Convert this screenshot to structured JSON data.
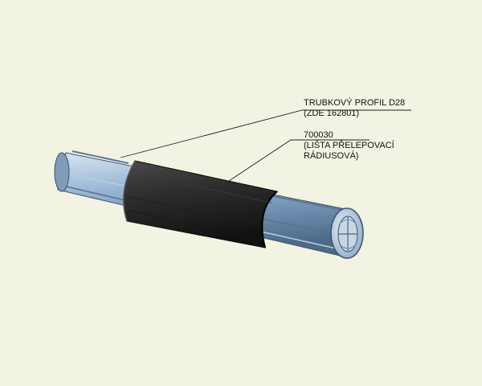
{
  "callouts": [
    {
      "line1": "TRUBKOVÝ PROFIL D28",
      "line2": "(ZDE 162801)",
      "line3": ""
    },
    {
      "line1": "700030",
      "line2": "(LIŠTA PŘELEPOVACÍ",
      "line3": "RÁDIUSOVÁ)"
    }
  ],
  "colors": {
    "background": "#f3f3e3",
    "tube": "#8fb0cf",
    "sleeve": "#2b2b2b",
    "leader": "#222222"
  }
}
